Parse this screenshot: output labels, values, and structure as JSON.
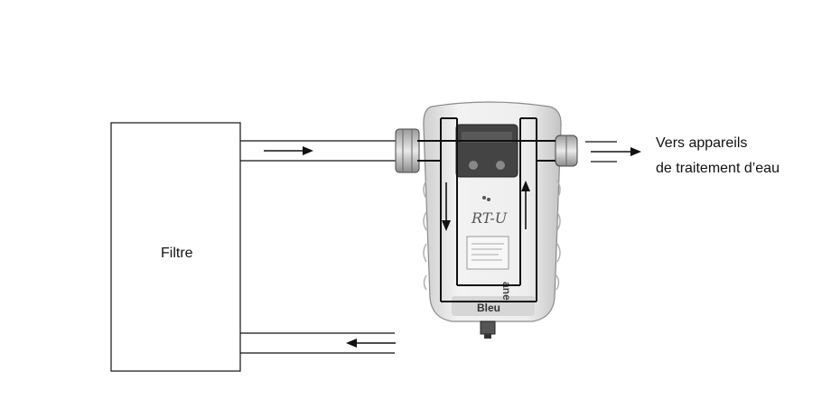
{
  "filter": {
    "label": "Filtre"
  },
  "destination": {
    "line1": "Vers appareils",
    "line2": "de traitement d’eau"
  },
  "device": {
    "badge": "Bleu",
    "script_logo": "RT-U",
    "side_text": "ane"
  },
  "colors": {
    "line": "#111111",
    "device_body": "#e6e6e6",
    "device_shade": "#bdbdbd",
    "background": "#ffffff"
  },
  "icons": [
    "flow-arrow-right",
    "flow-arrow-left",
    "flow-arrow-down",
    "flow-arrow-up"
  ]
}
